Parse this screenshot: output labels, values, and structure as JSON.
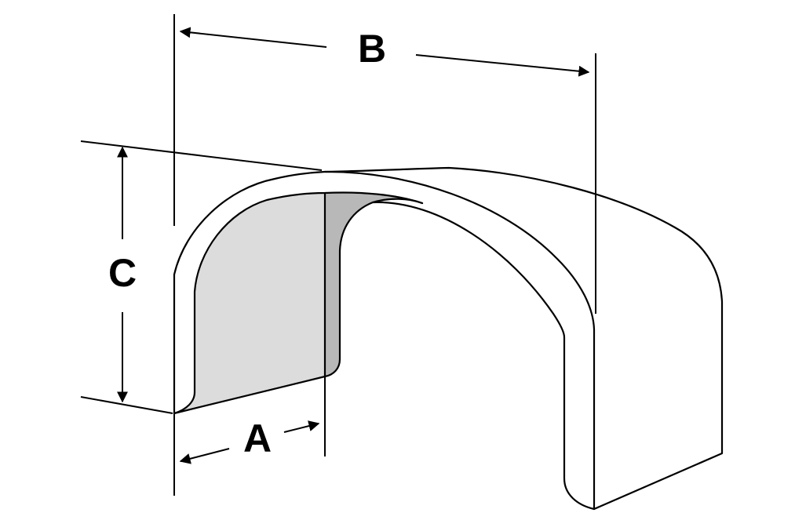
{
  "labels": {
    "a": "A",
    "b": "B",
    "c": "C"
  },
  "colors": {
    "line": "#000000",
    "inner_face_light": "#dcdcdc",
    "inner_face_dark": "#b8b8b8",
    "background": "#ffffff"
  }
}
